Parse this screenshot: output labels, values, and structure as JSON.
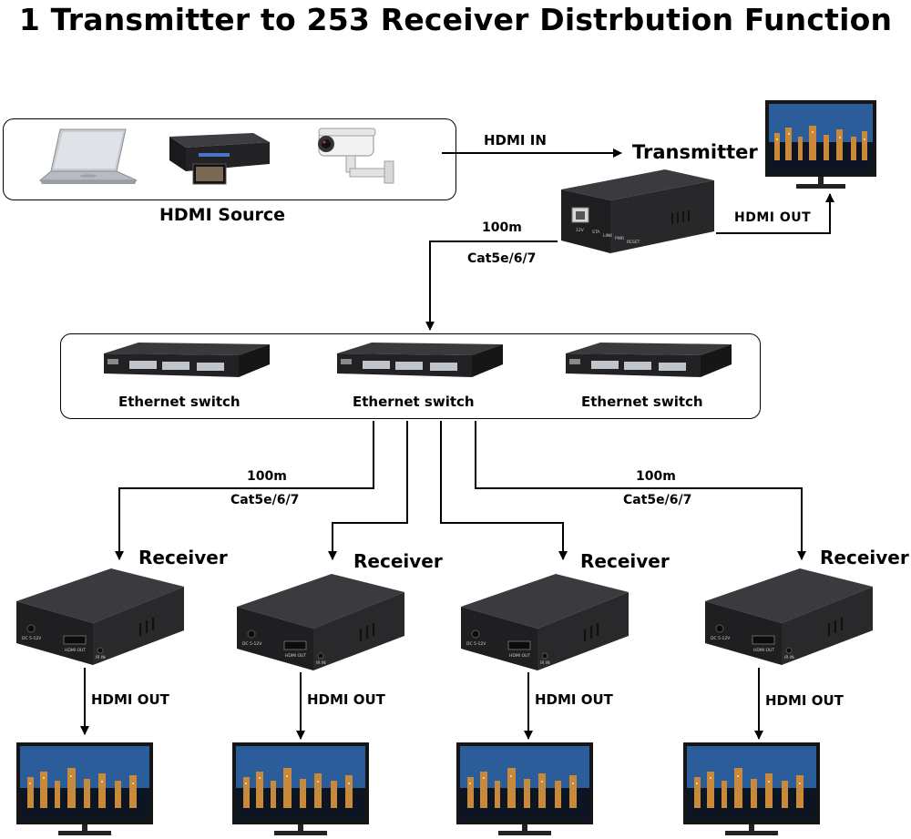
{
  "title": "1 Transmitter to 253 Receiver Distrbution Function",
  "source": {
    "label": "HDMI Source",
    "devices": [
      "laptop-icon",
      "bluray-player-icon",
      "security-camera-icon"
    ]
  },
  "transmitter": {
    "label": "Transmitter",
    "input_label": "HDMI IN",
    "output_label": "HDMI OUT",
    "port_labels": [
      "12V",
      "STA",
      "LINK",
      "PWR",
      "RESET"
    ]
  },
  "uplink": {
    "distance": "100m",
    "cable": "Cat5e/6/7"
  },
  "switches": [
    {
      "label": "Ethernet switch"
    },
    {
      "label": "Ethernet switch"
    },
    {
      "label": "Ethernet switch"
    }
  ],
  "downlink_left": {
    "distance": "100m",
    "cable": "Cat5e/6/7"
  },
  "downlink_right": {
    "distance": "100m",
    "cable": "Cat5e/6/7"
  },
  "receivers": [
    {
      "label": "Receiver",
      "output_label": "HDMI OUT",
      "port_labels": [
        "DC 5-12V",
        "HDMI OUT",
        "IR IN"
      ]
    },
    {
      "label": "Receiver",
      "output_label": "HDMI OUT",
      "port_labels": [
        "DC 5-12V",
        "HDMI OUT",
        "IR IN"
      ]
    },
    {
      "label": "Receiver",
      "output_label": "HDMI OUT",
      "port_labels": [
        "DC 5-12V",
        "HDMI OUT",
        "IR IN"
      ]
    },
    {
      "label": "Receiver",
      "output_label": "HDMI OUT",
      "port_labels": [
        "DC 5-12V",
        "HDMI OUT",
        "IR IN"
      ]
    }
  ],
  "colors": {
    "line": "#000000",
    "device_body": "#2c2c2e",
    "screen_sky": "#2a5d9a"
  }
}
